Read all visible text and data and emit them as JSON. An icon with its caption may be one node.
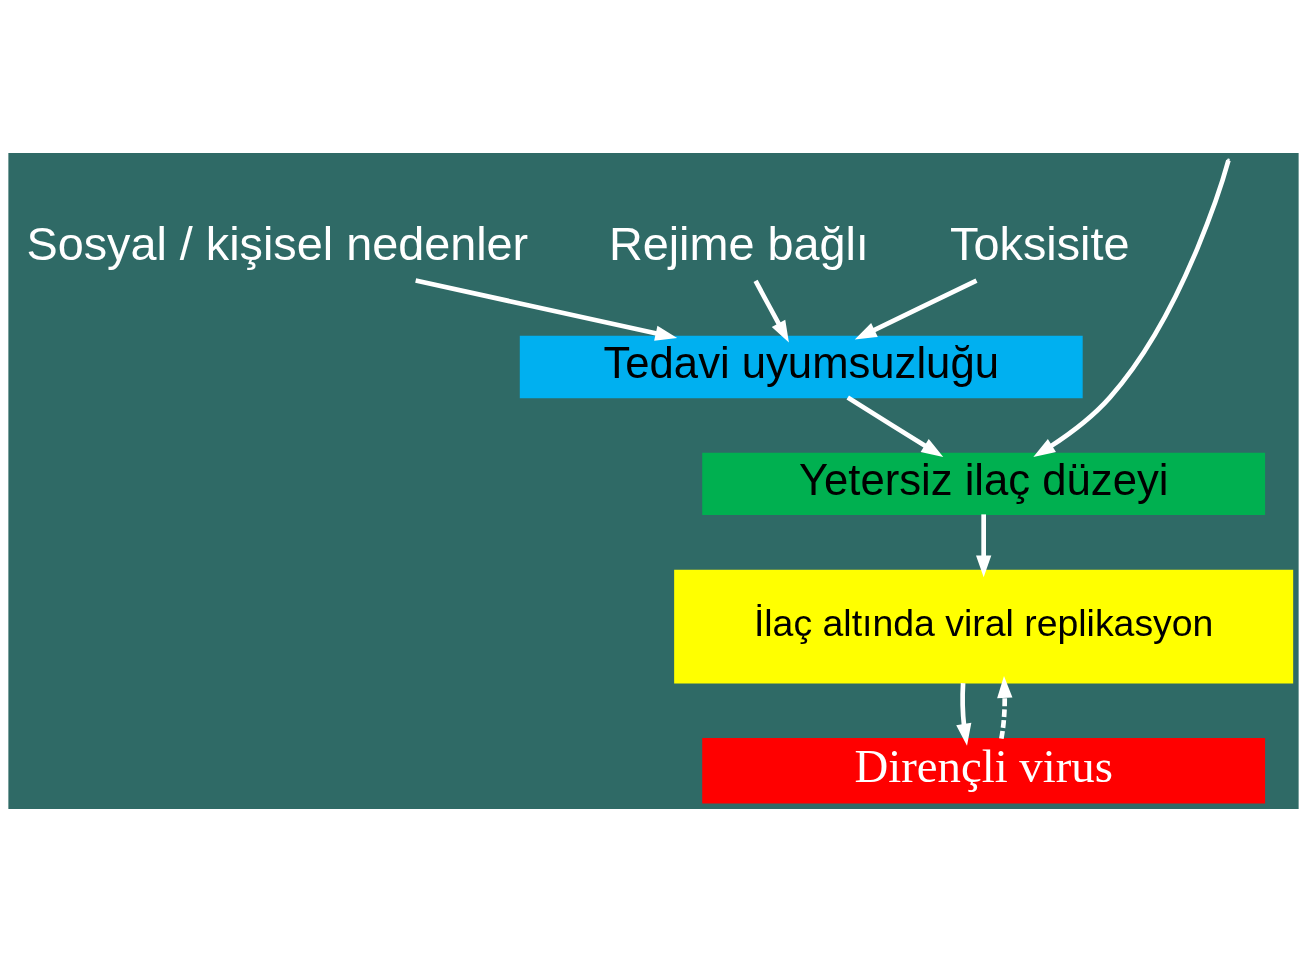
{
  "diagram": {
    "nodes": [
      {
        "text": [
          "Sosyal / kişisel nedenler"
        ]
      },
      {
        "text": [
          "Rejime bağlı"
        ]
      },
      {
        "text": [
          "Toksisite"
        ]
      },
      {
        "text": [
          "Tedavi uyumsuzluğu"
        ]
      },
      {
        "text": [
          "Yetersiz ilaç düzeyi"
        ]
      },
      {
        "text": [
          "İlaç altında viral replikasyon"
        ]
      },
      {
        "text": [
          "Dirençli virus"
        ]
      }
    ],
    "edges": [
      {
        "from": 0,
        "to": 3,
        "arrow": "to"
      },
      {
        "from": 1,
        "to": 3,
        "arrow": "to"
      },
      {
        "from": 2,
        "to": 3,
        "arrow": "to"
      },
      {
        "from": 3,
        "to": 4,
        "arrow": "to"
      },
      {
        "from": null,
        "to": 4,
        "arrow": "to"
      },
      {
        "from": 4,
        "to": 5,
        "arrow": "to"
      },
      {
        "from": 5,
        "to": 6,
        "arrow": "to"
      },
      {
        "from": 6,
        "to": 5,
        "arrow": "to",
        "style": "dashed"
      }
    ]
  }
}
